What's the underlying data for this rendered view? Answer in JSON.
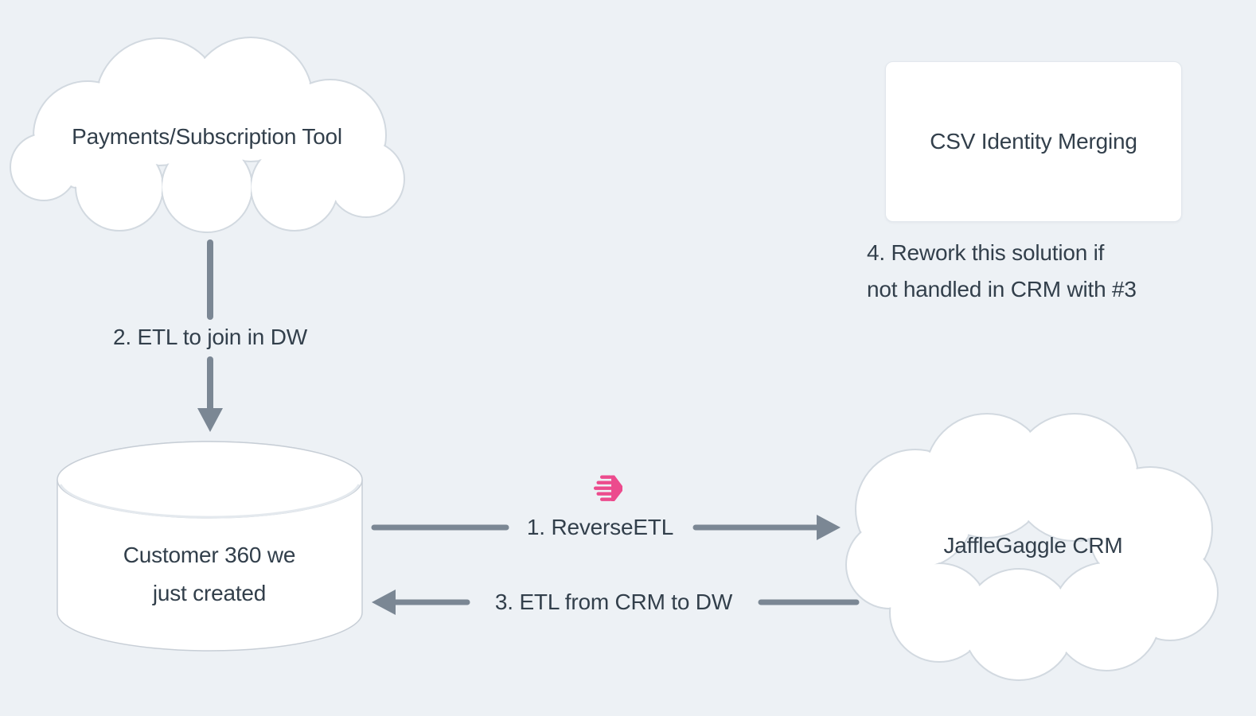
{
  "canvas": {
    "background": "#EDF1F5"
  },
  "colors": {
    "text": "#323F4B",
    "arrow": "#7B8794",
    "shape_fill": "#FFFFFF",
    "shape_border": "#D2D9E0",
    "accent_pink": "#EC4B8D"
  },
  "nodes": {
    "payments": {
      "shape": "cloud",
      "label": "Payments/Subscription Tool"
    },
    "csv_merge": {
      "shape": "rectangle",
      "label": "CSV Identity Merging"
    },
    "customer360": {
      "shape": "cylinder",
      "line1": "Customer 360 we",
      "line2": "just created"
    },
    "crm": {
      "shape": "cloud",
      "label": "JaffleGaggle CRM"
    }
  },
  "edges": {
    "etl_join": {
      "label": "2. ETL to join in DW",
      "direction": "down"
    },
    "reverse_etl": {
      "label": "1. ReverseETL",
      "direction": "right",
      "icon": "hightouch-logo-icon"
    },
    "etl_from_crm": {
      "label": "3. ETL from CRM to DW",
      "direction": "left"
    }
  },
  "notes": {
    "rework": {
      "line1": "4. Rework this solution if",
      "line2": "not handled in CRM with #3"
    }
  },
  "icons": {
    "reverse_etl_logo": "hightouch-logo-icon"
  }
}
